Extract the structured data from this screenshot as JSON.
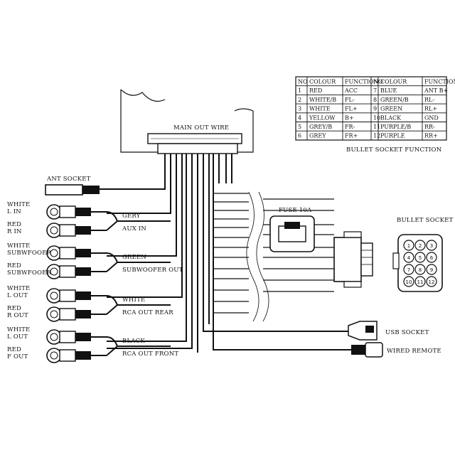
{
  "header_table": {
    "columns": [
      "NO",
      "COLOUR",
      "FUNCTION",
      "NO",
      "COLOUR",
      "FUNCTION"
    ],
    "rows": [
      [
        "1",
        "RED",
        "ACC",
        "7",
        "BLUE",
        "ANT B+"
      ],
      [
        "2",
        "WHITE/B",
        "FL-",
        "8",
        "GREEN/B",
        "RL-"
      ],
      [
        "3",
        "WHITE",
        "FL+",
        "9",
        "GREEN",
        "RL+"
      ],
      [
        "4",
        "YELLOW",
        "B+",
        "10",
        "BLACK",
        "GND"
      ],
      [
        "5",
        "GREY/B",
        "FR-",
        "11",
        "PURPLE/B",
        "RR-"
      ],
      [
        "6",
        "GREY",
        "FR+",
        "12",
        "PURPLE",
        "RR+"
      ]
    ],
    "caption": "BULLET SOCKET FUNCTION"
  },
  "labels": {
    "main_out_wire": "MAIN OUT WIRE",
    "ant_socket": "ANT SOCKET",
    "fuse": "FUSE 10A",
    "bullet_socket": "BULLET SOCKET",
    "usb_socket": "USB SOCKET",
    "wired_remote": "WIRED REMOTE"
  },
  "rca_groups": [
    {
      "top_label": [
        "WHITE",
        "L IN"
      ],
      "bottom_label": [
        "RED",
        "R IN"
      ],
      "wire_color": "GERY",
      "function": "AUX IN"
    },
    {
      "top_label": [
        "WHITE",
        "SUBWFOOER"
      ],
      "bottom_label": [
        "RED",
        "SUBWFOOER"
      ],
      "wire_color": "GREEN",
      "function": "SUBWOOFER OUT"
    },
    {
      "top_label": [
        "WHITE",
        "L OUT"
      ],
      "bottom_label": [
        "RED",
        "R OUT"
      ],
      "wire_color": "WHITE",
      "function": "RCA OUT REAR"
    },
    {
      "top_label": [
        "WHITE",
        "L OUT"
      ],
      "bottom_label": [
        "RED",
        "F OUT"
      ],
      "wire_color": "BLACK",
      "function": "RCA OUT FRONT"
    }
  ],
  "bullet_pins": [
    "1",
    "2",
    "3",
    "4",
    "5",
    "6",
    "7",
    "8",
    "9",
    "10",
    "11",
    "12"
  ]
}
